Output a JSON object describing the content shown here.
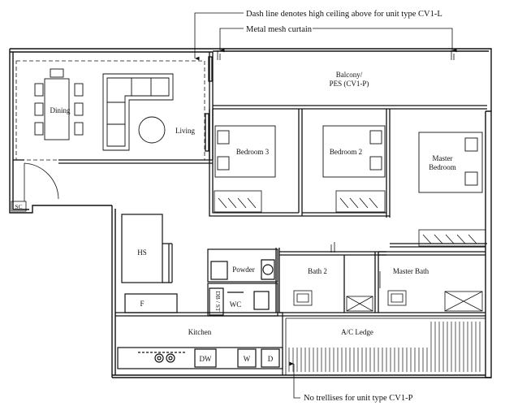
{
  "annotations": {
    "high_ceiling": "Dash line denotes high ceiling above for unit type CV1-L",
    "metal_mesh": "Metal mesh curtain",
    "no_trellises": "No trellises for unit type CV1-P"
  },
  "rooms": {
    "balcony_line1": "Balcony/",
    "balcony_line2": "PES (CV1-P)",
    "dining": "Dining",
    "living": "Living",
    "bedroom3": "Bedroom 3",
    "bedroom2": "Bedroom 2",
    "master_line1": "Master",
    "master_line2": "Bedroom",
    "hs": "HS",
    "powder": "Powder",
    "wc": "WC",
    "db_st": "DB / ST",
    "bath2": "Bath 2",
    "master_bath": "Master Bath",
    "f": "F",
    "kitchen": "Kitchen",
    "dw": "DW",
    "w": "W",
    "d": "D",
    "ac_ledge": "A/C Ledge",
    "sc": "SC"
  }
}
